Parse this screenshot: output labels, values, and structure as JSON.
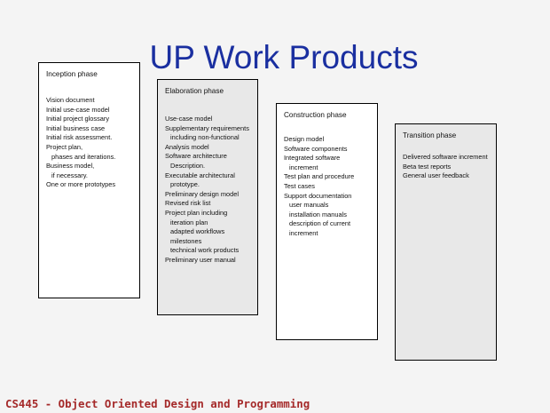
{
  "slide": {
    "title": "UP Work Products",
    "footer": "CS445 - Object Oriented Design and Programming",
    "title_color": "#1a2fa0",
    "footer_color": "#a52a2a"
  },
  "phases": [
    {
      "title": "Inception phase",
      "items": [
        {
          "text": "Vision document",
          "indent": 0
        },
        {
          "text": "Initial use-case model",
          "indent": 0
        },
        {
          "text": "Initial project glossary",
          "indent": 0
        },
        {
          "text": "Initial business case",
          "indent": 0
        },
        {
          "text": "Initial risk assessment.",
          "indent": 0
        },
        {
          "text": "Project plan,",
          "indent": 0
        },
        {
          "text": "phases and iterations.",
          "indent": 1
        },
        {
          "text": "Business model,",
          "indent": 0
        },
        {
          "text": "if necessary.",
          "indent": 1
        },
        {
          "text": "One or more prototypes",
          "indent": 0
        }
      ]
    },
    {
      "title": "Elaboration phase",
      "items": [
        {
          "text": "Use-case model",
          "indent": 0
        },
        {
          "text": "Supplementary requirements",
          "indent": 0
        },
        {
          "text": "including non-functional",
          "indent": 1
        },
        {
          "text": "Analysis model",
          "indent": 0
        },
        {
          "text": "Software architecture",
          "indent": 0
        },
        {
          "text": "Description.",
          "indent": 1
        },
        {
          "text": "Executable architectural",
          "indent": 0
        },
        {
          "text": "prototype.",
          "indent": 1
        },
        {
          "text": "Preliminary design model",
          "indent": 0
        },
        {
          "text": "Revised risk list",
          "indent": 0
        },
        {
          "text": "Project plan including",
          "indent": 0
        },
        {
          "text": "iteration plan",
          "indent": 1
        },
        {
          "text": "adapted workflows",
          "indent": 1
        },
        {
          "text": "milestones",
          "indent": 1
        },
        {
          "text": "technical work products",
          "indent": 1
        },
        {
          "text": "Preliminary user manual",
          "indent": 0
        }
      ]
    },
    {
      "title": "Construction phase",
      "items": [
        {
          "text": "Design model",
          "indent": 0
        },
        {
          "text": "Software components",
          "indent": 0
        },
        {
          "text": "Integrated software",
          "indent": 0
        },
        {
          "text": "increment",
          "indent": 1
        },
        {
          "text": "Test plan and procedure",
          "indent": 0
        },
        {
          "text": "Test cases",
          "indent": 0
        },
        {
          "text": "Support documentation",
          "indent": 0
        },
        {
          "text": "user manuals",
          "indent": 1
        },
        {
          "text": "installation manuals",
          "indent": 1
        },
        {
          "text": "description of current",
          "indent": 1
        },
        {
          "text": "increment",
          "indent": 2
        }
      ]
    },
    {
      "title": "Transition phase",
      "items": [
        {
          "text": "Delivered software increment",
          "indent": 0
        },
        {
          "text": "Beta test reports",
          "indent": 0
        },
        {
          "text": "General user feedback",
          "indent": 0
        }
      ]
    }
  ]
}
